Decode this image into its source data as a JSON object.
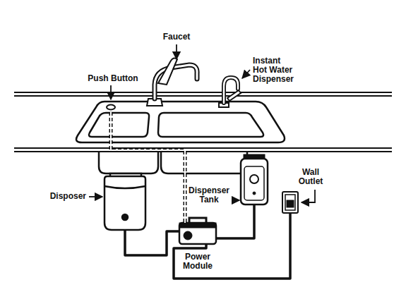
{
  "diagram": {
    "nodes": [
      {
        "text": [
          "Push Button"
        ]
      },
      {
        "text": [
          "Wall Outlet"
        ]
      },
      {
        "text": [
          "Dispenser Tank"
        ]
      },
      {
        "text": [
          "Disposer"
        ]
      },
      {
        "text": [
          "Power Module"
        ]
      }
    ],
    "edges": [
      {
        "from": 0,
        "to": 4,
        "arrow": "none"
      },
      {
        "from": 3,
        "to": 4,
        "arrow": "none"
      },
      {
        "from": 2,
        "to": 4,
        "arrow": "none"
      },
      {
        "from": 4,
        "to": 1,
        "arrow": "none"
      }
    ],
    "labels": [
      "Faucet",
      "Instant Hot Water Dispenser"
    ]
  }
}
